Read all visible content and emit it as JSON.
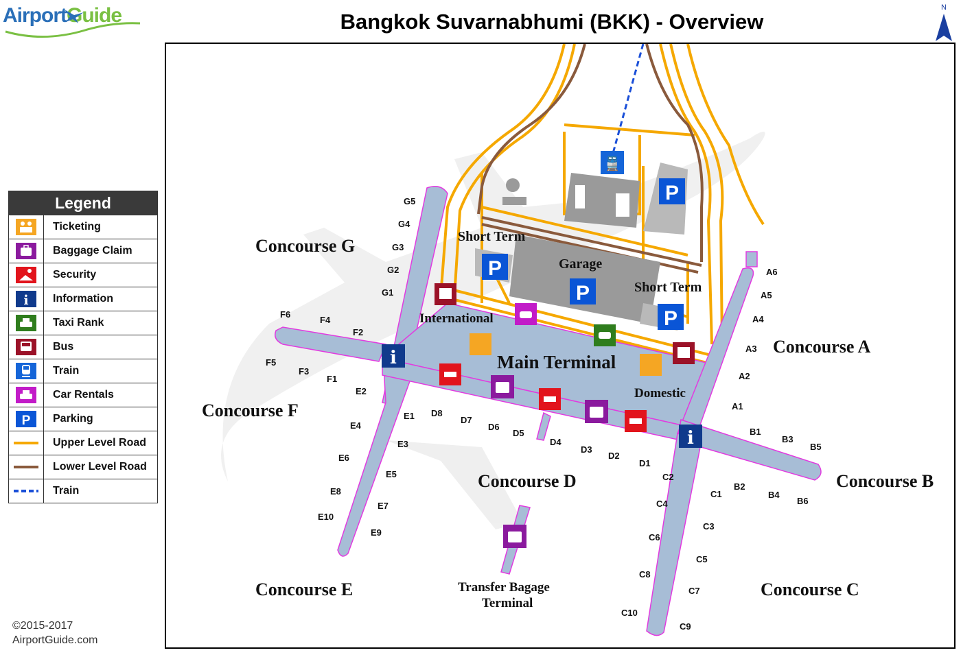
{
  "header": {
    "logo_part1": "Airport",
    "logo_part2": "Guide",
    "title": "Bangkok Suvarnabhumi (BKK) - Overview",
    "north_label": "N"
  },
  "legend": {
    "title": "Legend",
    "items": [
      {
        "label": "Ticketing",
        "icon": "ticketing-icon",
        "color": "#f5a623"
      },
      {
        "label": "Baggage Claim",
        "icon": "baggage-claim-icon",
        "color": "#8b1a9e"
      },
      {
        "label": "Security",
        "icon": "security-icon",
        "color": "#e2141c"
      },
      {
        "label": "Information",
        "icon": "information-icon",
        "color": "#103a8c"
      },
      {
        "label": "Taxi Rank",
        "icon": "taxi-icon",
        "color": "#2f7d1d"
      },
      {
        "label": "Bus",
        "icon": "bus-icon",
        "color": "#9b1228"
      },
      {
        "label": "Train",
        "icon": "train-icon",
        "color": "#1565d8"
      },
      {
        "label": "Car Rentals",
        "icon": "car-rental-icon",
        "color": "#c21bc8"
      },
      {
        "label": "Parking",
        "icon": "parking-icon",
        "color": "#0a55d6"
      },
      {
        "label": "Upper Level Road",
        "icon": "upper-road-line",
        "color": "#f5a800"
      },
      {
        "label": "Lower Level  Road",
        "icon": "lower-road-line",
        "color": "#8a5a3c"
      },
      {
        "label": "Train",
        "icon": "train-line",
        "color": "#1a4fd8"
      }
    ]
  },
  "map": {
    "concourses": {
      "a": "Concourse A",
      "b": "Concourse B",
      "c": "Concourse C",
      "d": "Concourse D",
      "e": "Concourse E",
      "f": "Concourse F",
      "g": "Concourse G"
    },
    "areas": {
      "main_terminal": "Main Terminal",
      "international": "International",
      "domestic": "Domestic",
      "short_term_1": "Short Term",
      "short_term_2": "Short Term",
      "garage": "Garage",
      "transfer_line1": "Transfer Bagage",
      "transfer_line2": "Terminal"
    },
    "gates": {
      "g": [
        "G5",
        "G4",
        "G3",
        "G2",
        "G1"
      ],
      "f": [
        "F6",
        "F4",
        "F2",
        "F5",
        "F3",
        "F1"
      ],
      "e": [
        "E2",
        "E1",
        "E4",
        "E3",
        "E6",
        "E5",
        "E8",
        "E7",
        "E10",
        "E9"
      ],
      "d": [
        "D8",
        "D7",
        "D6",
        "D5",
        "D4",
        "D3",
        "D2",
        "D1"
      ],
      "a": [
        "A6",
        "A5",
        "A4",
        "A3",
        "A2",
        "A1"
      ],
      "b": [
        "B1",
        "B3",
        "B5",
        "B2",
        "B4",
        "B6"
      ],
      "c": [
        "C2",
        "C1",
        "C4",
        "C3",
        "C6",
        "C5",
        "C8",
        "C7",
        "C10",
        "C9"
      ]
    }
  },
  "footer": {
    "copyright_line1": "©2015-2017",
    "copyright_line2": "AirportGuide.com"
  }
}
